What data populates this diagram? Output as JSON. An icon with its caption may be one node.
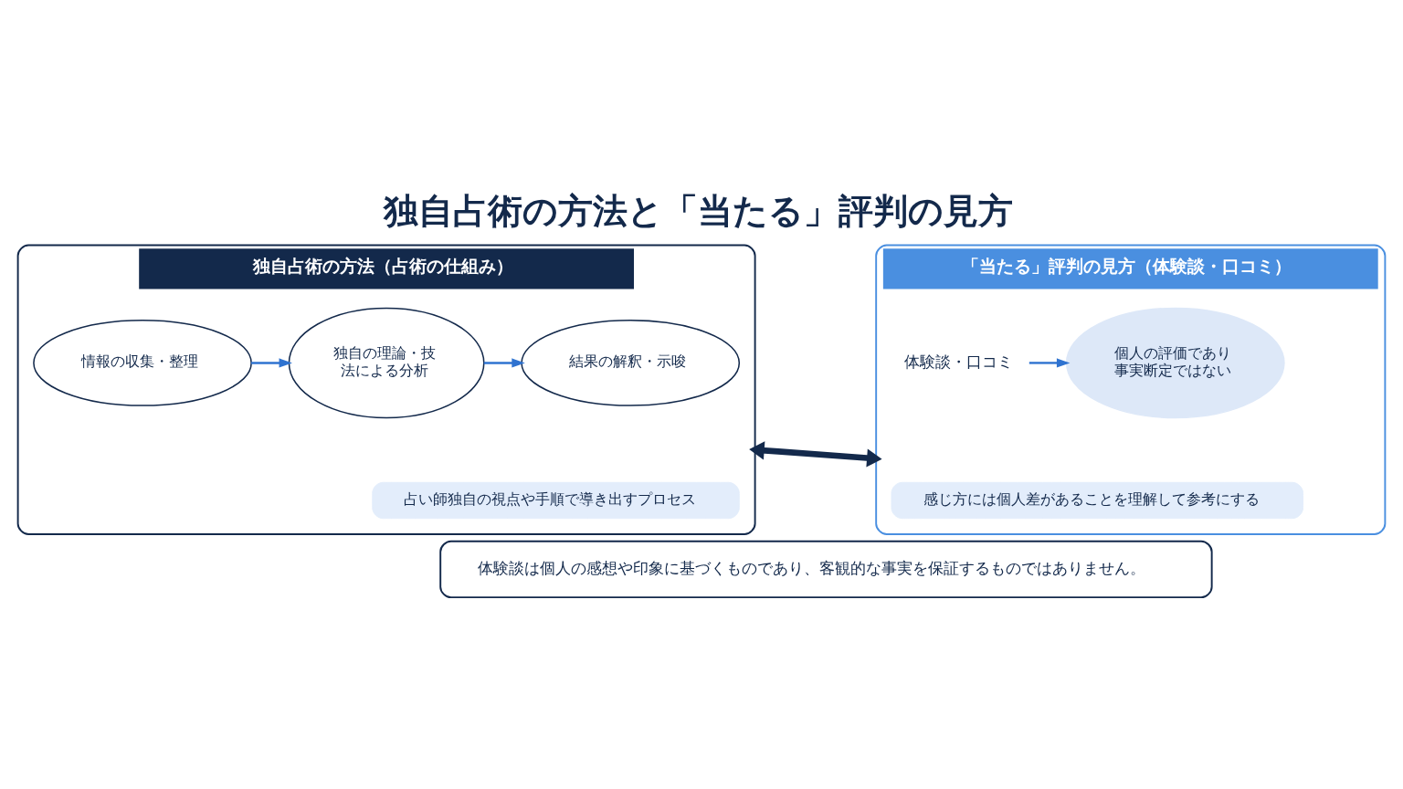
{
  "diagram": {
    "title": "独自占術の方法と「当たる」評判の見方",
    "nodes": [
      {
        "text": [
          "独自占術の方法（占術の仕組み）"
        ]
      },
      {
        "text": [
          "情報の収集・整理"
        ],
        "in": 0
      },
      {
        "text": [
          "独自の理論・技法による分析"
        ],
        "in": 0
      },
      {
        "text": [
          "結果の解釈・示唆"
        ],
        "in": 0
      },
      {
        "text": [
          "占い師独自の視点や手順で導き出すプロセス"
        ],
        "in": 0
      },
      {
        "text": [
          "「当たる」評判の見方（体験談・口コミ）"
        ]
      },
      {
        "text": [
          "体験談・口コミ"
        ],
        "in": 5
      },
      {
        "text": [
          "個人の評価であり事実断定ではない"
        ],
        "in": 5
      },
      {
        "text": [
          "感じ方には個人差があることを理解して参考にする"
        ],
        "in": 5
      },
      {
        "text": [
          "体験談は個人の感想や印象に基づくものであり、客観的な事実を保証するものではありません。"
        ]
      }
    ],
    "edges": [
      {
        "from": 1,
        "to": 2,
        "arrow": "to"
      },
      {
        "from": 2,
        "to": 3,
        "arrow": "to"
      },
      {
        "from": 6,
        "to": 7,
        "arrow": "to"
      },
      {
        "from": 0,
        "to": 5,
        "arrow": "both",
        "style": "thick",
        "color": "#13294b"
      }
    ]
  }
}
